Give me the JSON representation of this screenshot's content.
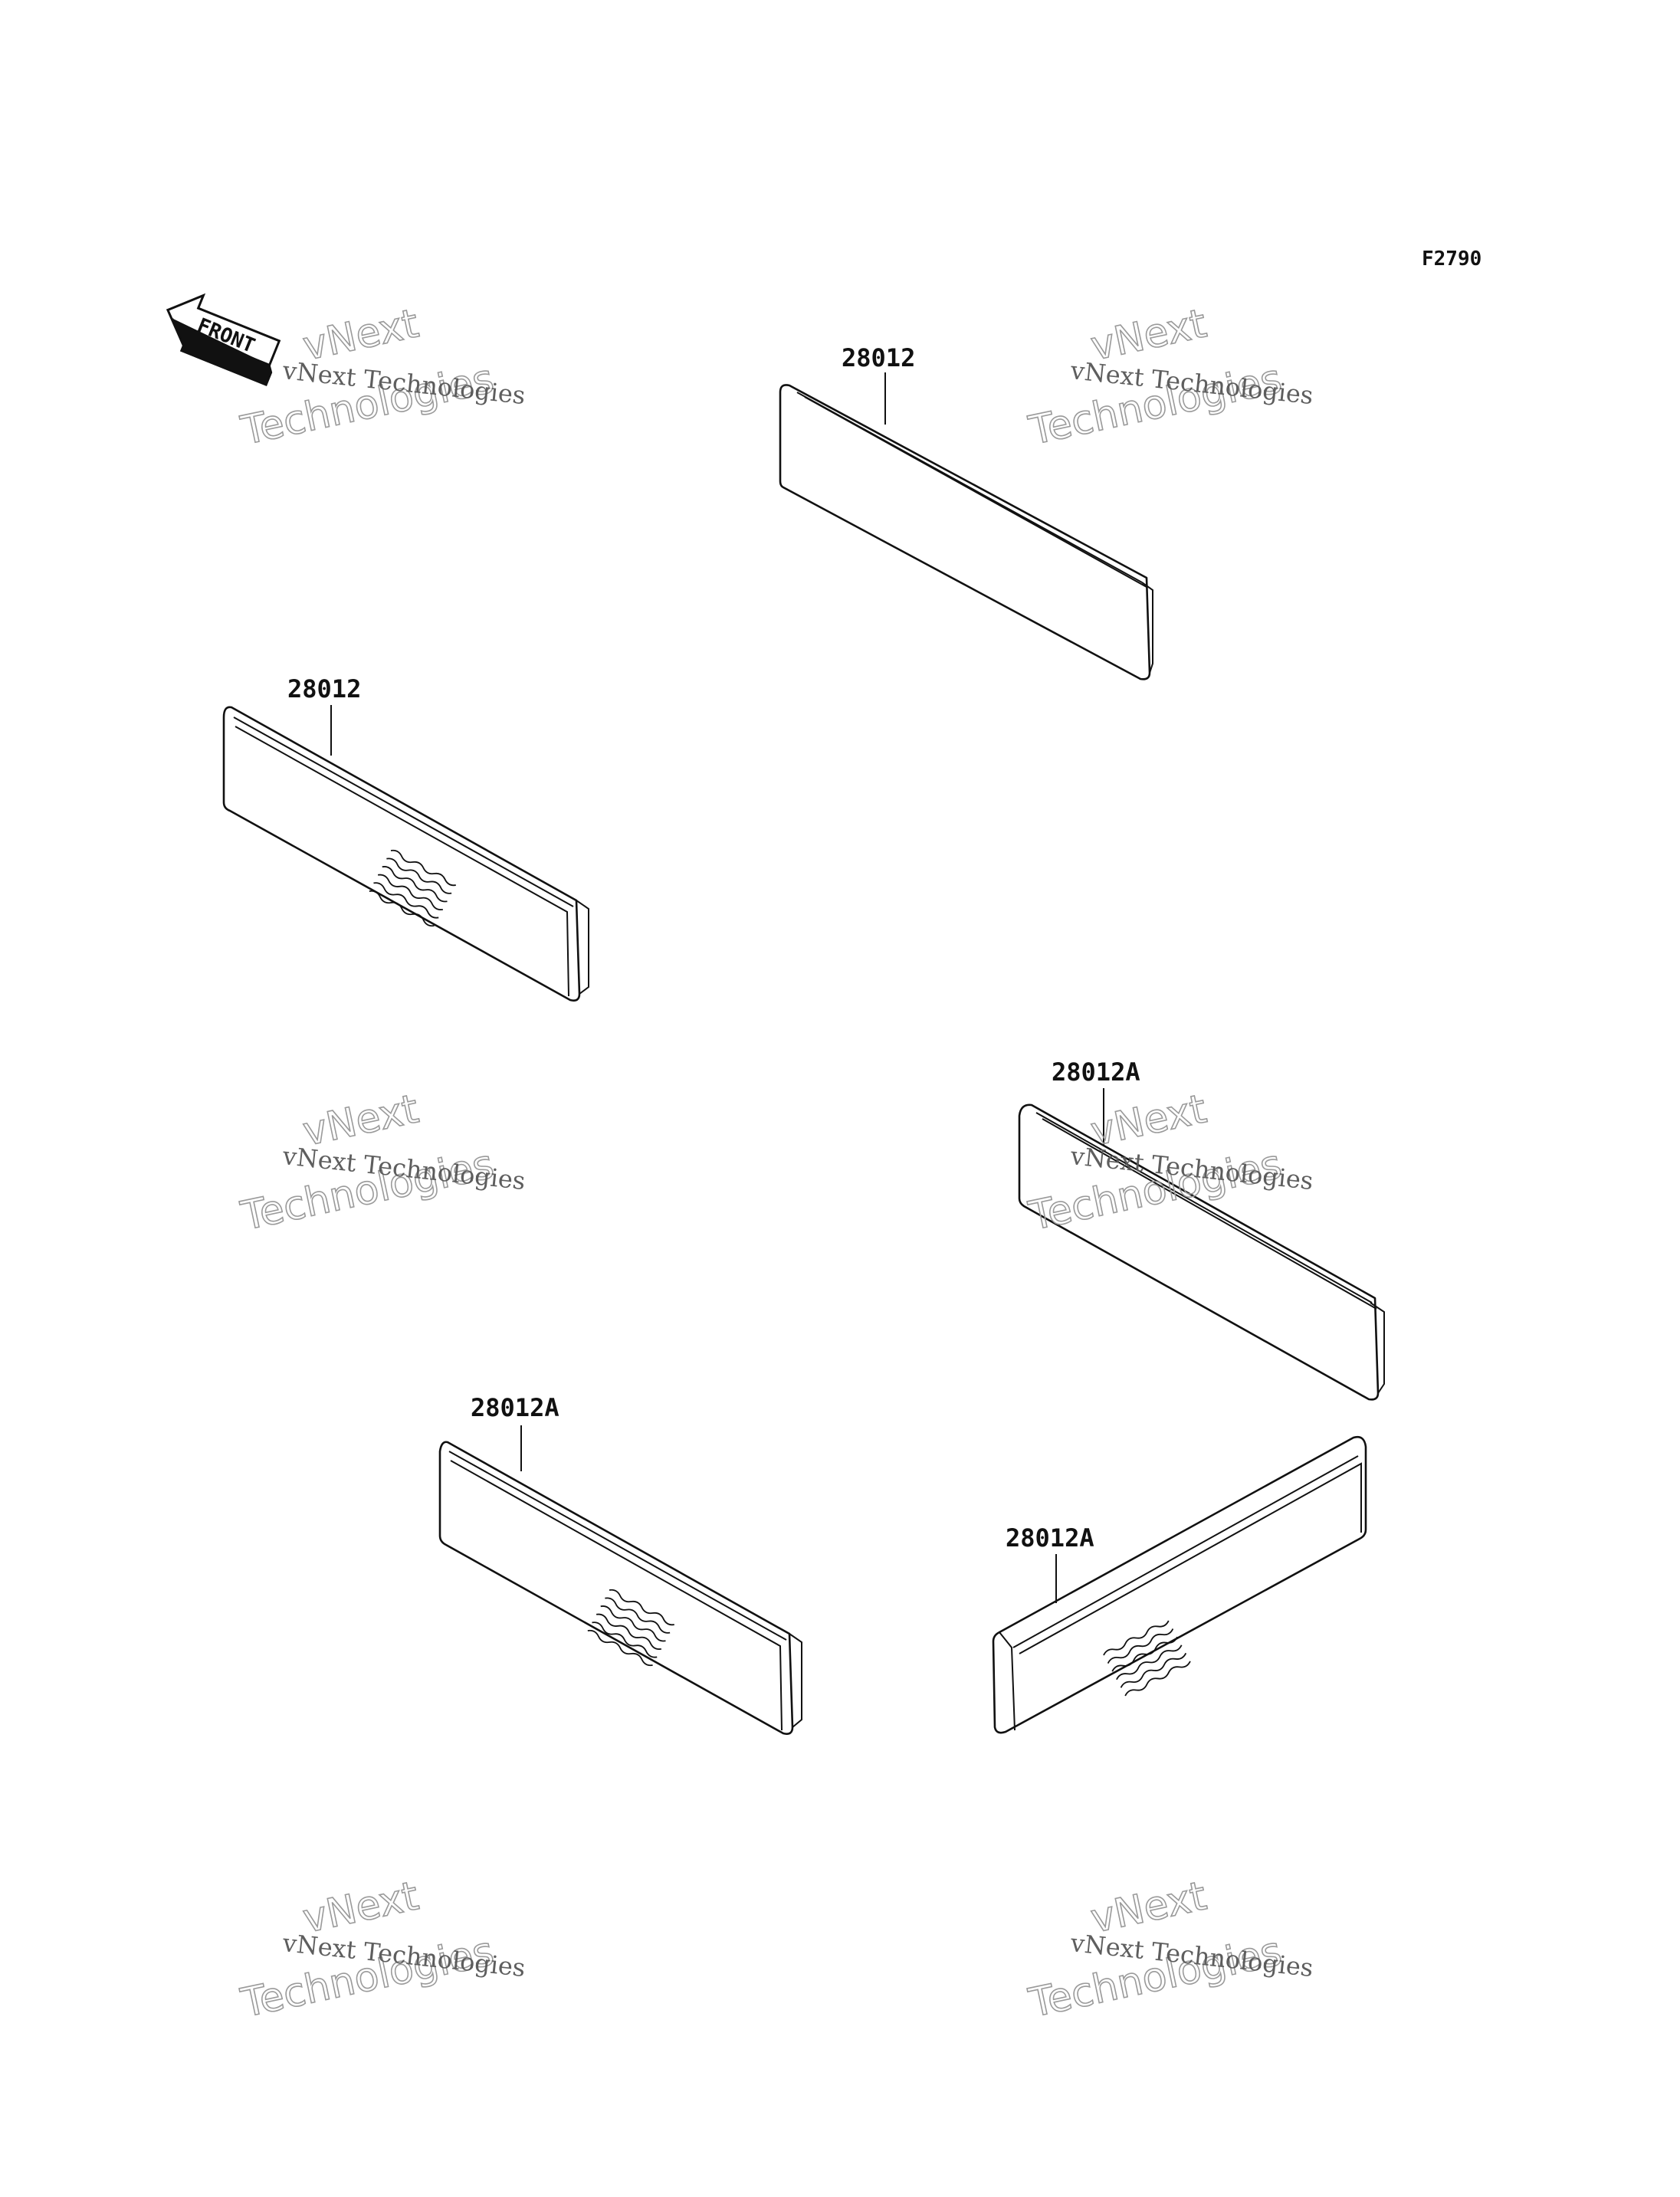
{
  "diagram": {
    "figure_id": "F2790",
    "front_label": "FRONT",
    "callouts": [
      {
        "id": "c1",
        "text": "28012"
      },
      {
        "id": "c2",
        "text": "28012"
      },
      {
        "id": "c3",
        "text": "28012A"
      },
      {
        "id": "c4",
        "text": "28012A"
      },
      {
        "id": "c5",
        "text": "28012A"
      }
    ],
    "watermark": {
      "small": "vNext Technologies",
      "word1": "vNext",
      "word2": "Technologies"
    }
  }
}
